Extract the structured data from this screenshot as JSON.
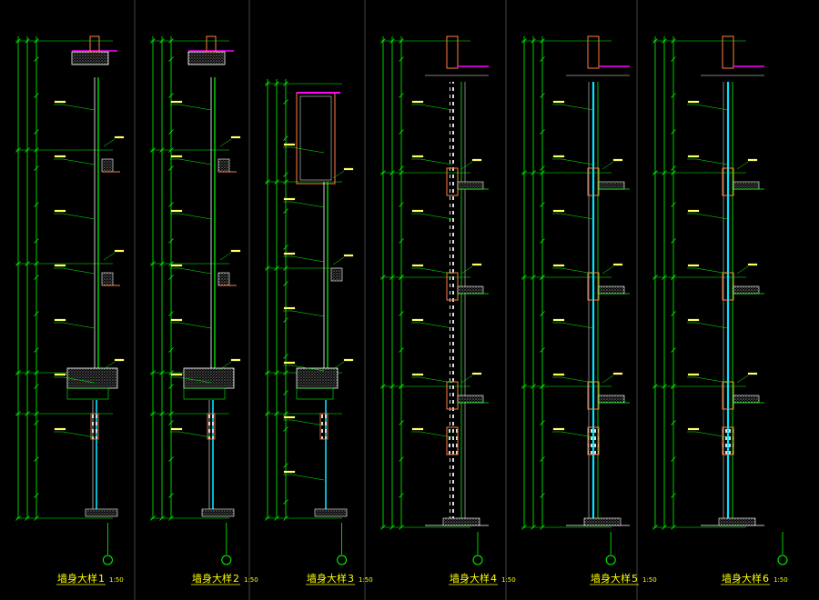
{
  "panels": [
    {
      "title": "墙身大样",
      "num": "1",
      "scale": "1:50"
    },
    {
      "title": "墙身大样",
      "num": "2",
      "scale": "1:50"
    },
    {
      "title": "墙身大样",
      "num": "3",
      "scale": "1:50"
    },
    {
      "title": "墙身大样",
      "num": "4",
      "scale": "1:50"
    },
    {
      "title": "墙身大样",
      "num": "5",
      "scale": "1:50"
    },
    {
      "title": "墙身大样",
      "num": "6",
      "scale": "1:50"
    }
  ],
  "colors": {
    "background": "#000000",
    "dimension": "#00ff00",
    "wall_outline": "#ff8040",
    "glass": "#00e5ff",
    "roof_membrane": "#ff00ff",
    "annotation": "#ffff66",
    "hatch": "#d8d8d8"
  }
}
